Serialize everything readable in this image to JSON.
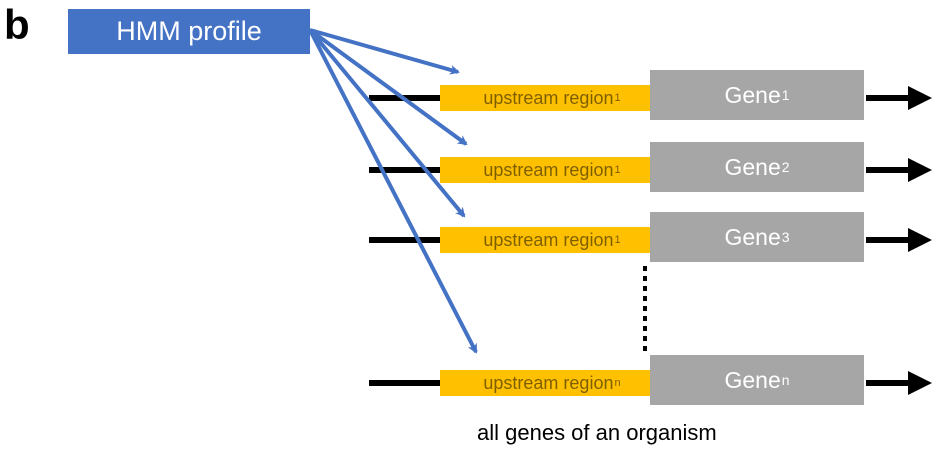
{
  "panel_label": "b",
  "hmm_box": {
    "label": "HMM profile"
  },
  "rows": [
    {
      "region_text": "upstream region",
      "region_sub": "1",
      "gene_text": "Gene",
      "gene_sub": "1"
    },
    {
      "region_text": "upstream region",
      "region_sub": "1",
      "gene_text": "Gene",
      "gene_sub": "2"
    },
    {
      "region_text": "upstream region",
      "region_sub": "1",
      "gene_text": "Gene",
      "gene_sub": "3"
    },
    {
      "region_text": "upstream region",
      "region_sub": "n",
      "gene_text": "Gene",
      "gene_sub": "n"
    }
  ],
  "caption": "all genes of an organism",
  "colors": {
    "hmm_box": "#4472c4",
    "arrow": "#4472c4",
    "upstream": "#ffc000",
    "upstream_text": "#7f6000",
    "gene": "#a6a6a6",
    "strand": "#000000"
  }
}
